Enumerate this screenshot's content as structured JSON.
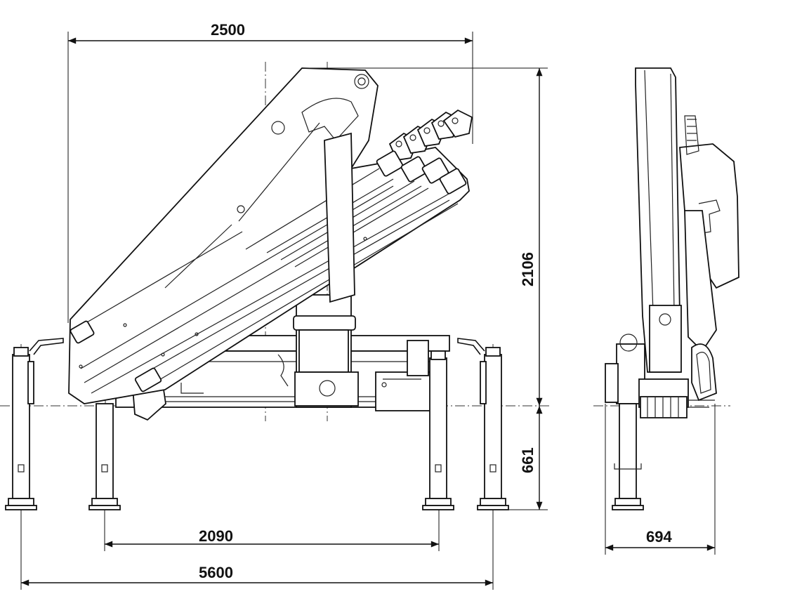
{
  "dimensions": {
    "boom_reach_width": "2500",
    "height_above_base": "2106",
    "below_base_leg": "661",
    "inner_leg_span": "2090",
    "total_outrigger_span": "5600",
    "side_leg_width": "694"
  }
}
